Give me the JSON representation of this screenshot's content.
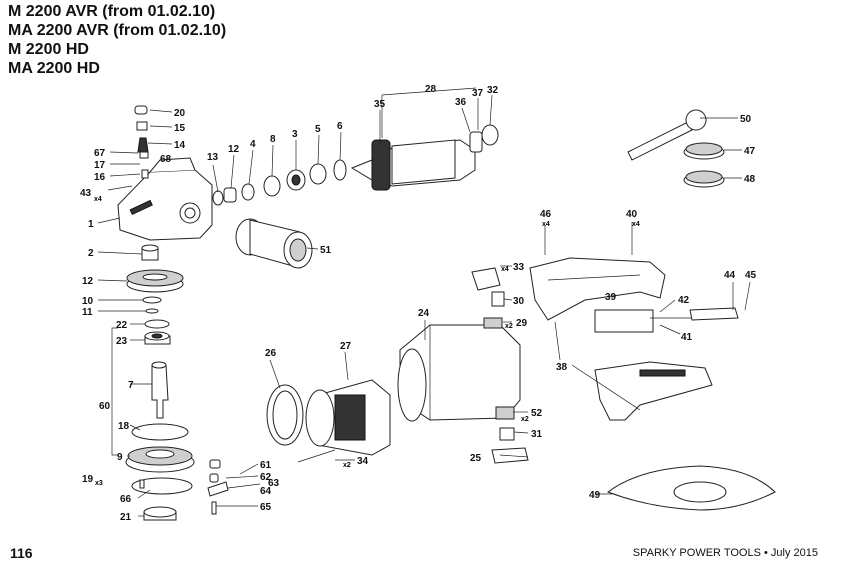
{
  "titles": [
    "M 2200 AVR (from 01.02.10)",
    "MA 2200 AVR (from 01.02.10)",
    "M 2200 HD",
    "MA 2200 HD"
  ],
  "labels": {
    "l1": "1",
    "l2": "2",
    "l3": "3",
    "l4": "4",
    "l5": "5",
    "l6": "6",
    "l7": "7",
    "l8": "8",
    "l9": "9",
    "l10": "10",
    "l11": "11",
    "l12": "12",
    "l12b": "12",
    "l13": "13",
    "l14": "14",
    "l15": "15",
    "l16": "16",
    "l17": "17",
    "l18": "18",
    "l19": "19",
    "l20": "20",
    "l21": "21",
    "l22": "22",
    "l23": "23",
    "l24": "24",
    "l25": "25",
    "l26": "26",
    "l27": "27",
    "l28": "28",
    "l29": "29",
    "l30": "30",
    "l31": "31",
    "l32": "32",
    "l33": "33",
    "l34": "34",
    "l35": "35",
    "l36": "36",
    "l37": "37",
    "l38": "38",
    "l39": "39",
    "l40": "40",
    "l41": "41",
    "l42": "42",
    "l43": "43",
    "l44": "44",
    "l45": "45",
    "l46": "46",
    "l47": "47",
    "l48": "48",
    "l49": "49",
    "l50": "50",
    "l51": "51",
    "l52": "52",
    "l60": "60",
    "l61": "61",
    "l62": "62",
    "l63": "63",
    "l64": "64",
    "l65": "65",
    "l66": "66",
    "l67": "67",
    "l68": "68"
  },
  "qty": {
    "x4a": "x4",
    "x4b": "x4",
    "x4c": "x4",
    "x2a": "x2",
    "x2b": "x2",
    "x2c": "x2",
    "x3": "x3"
  },
  "page_number": "116",
  "footer": "SPARKY POWER TOOLS • July 2015"
}
